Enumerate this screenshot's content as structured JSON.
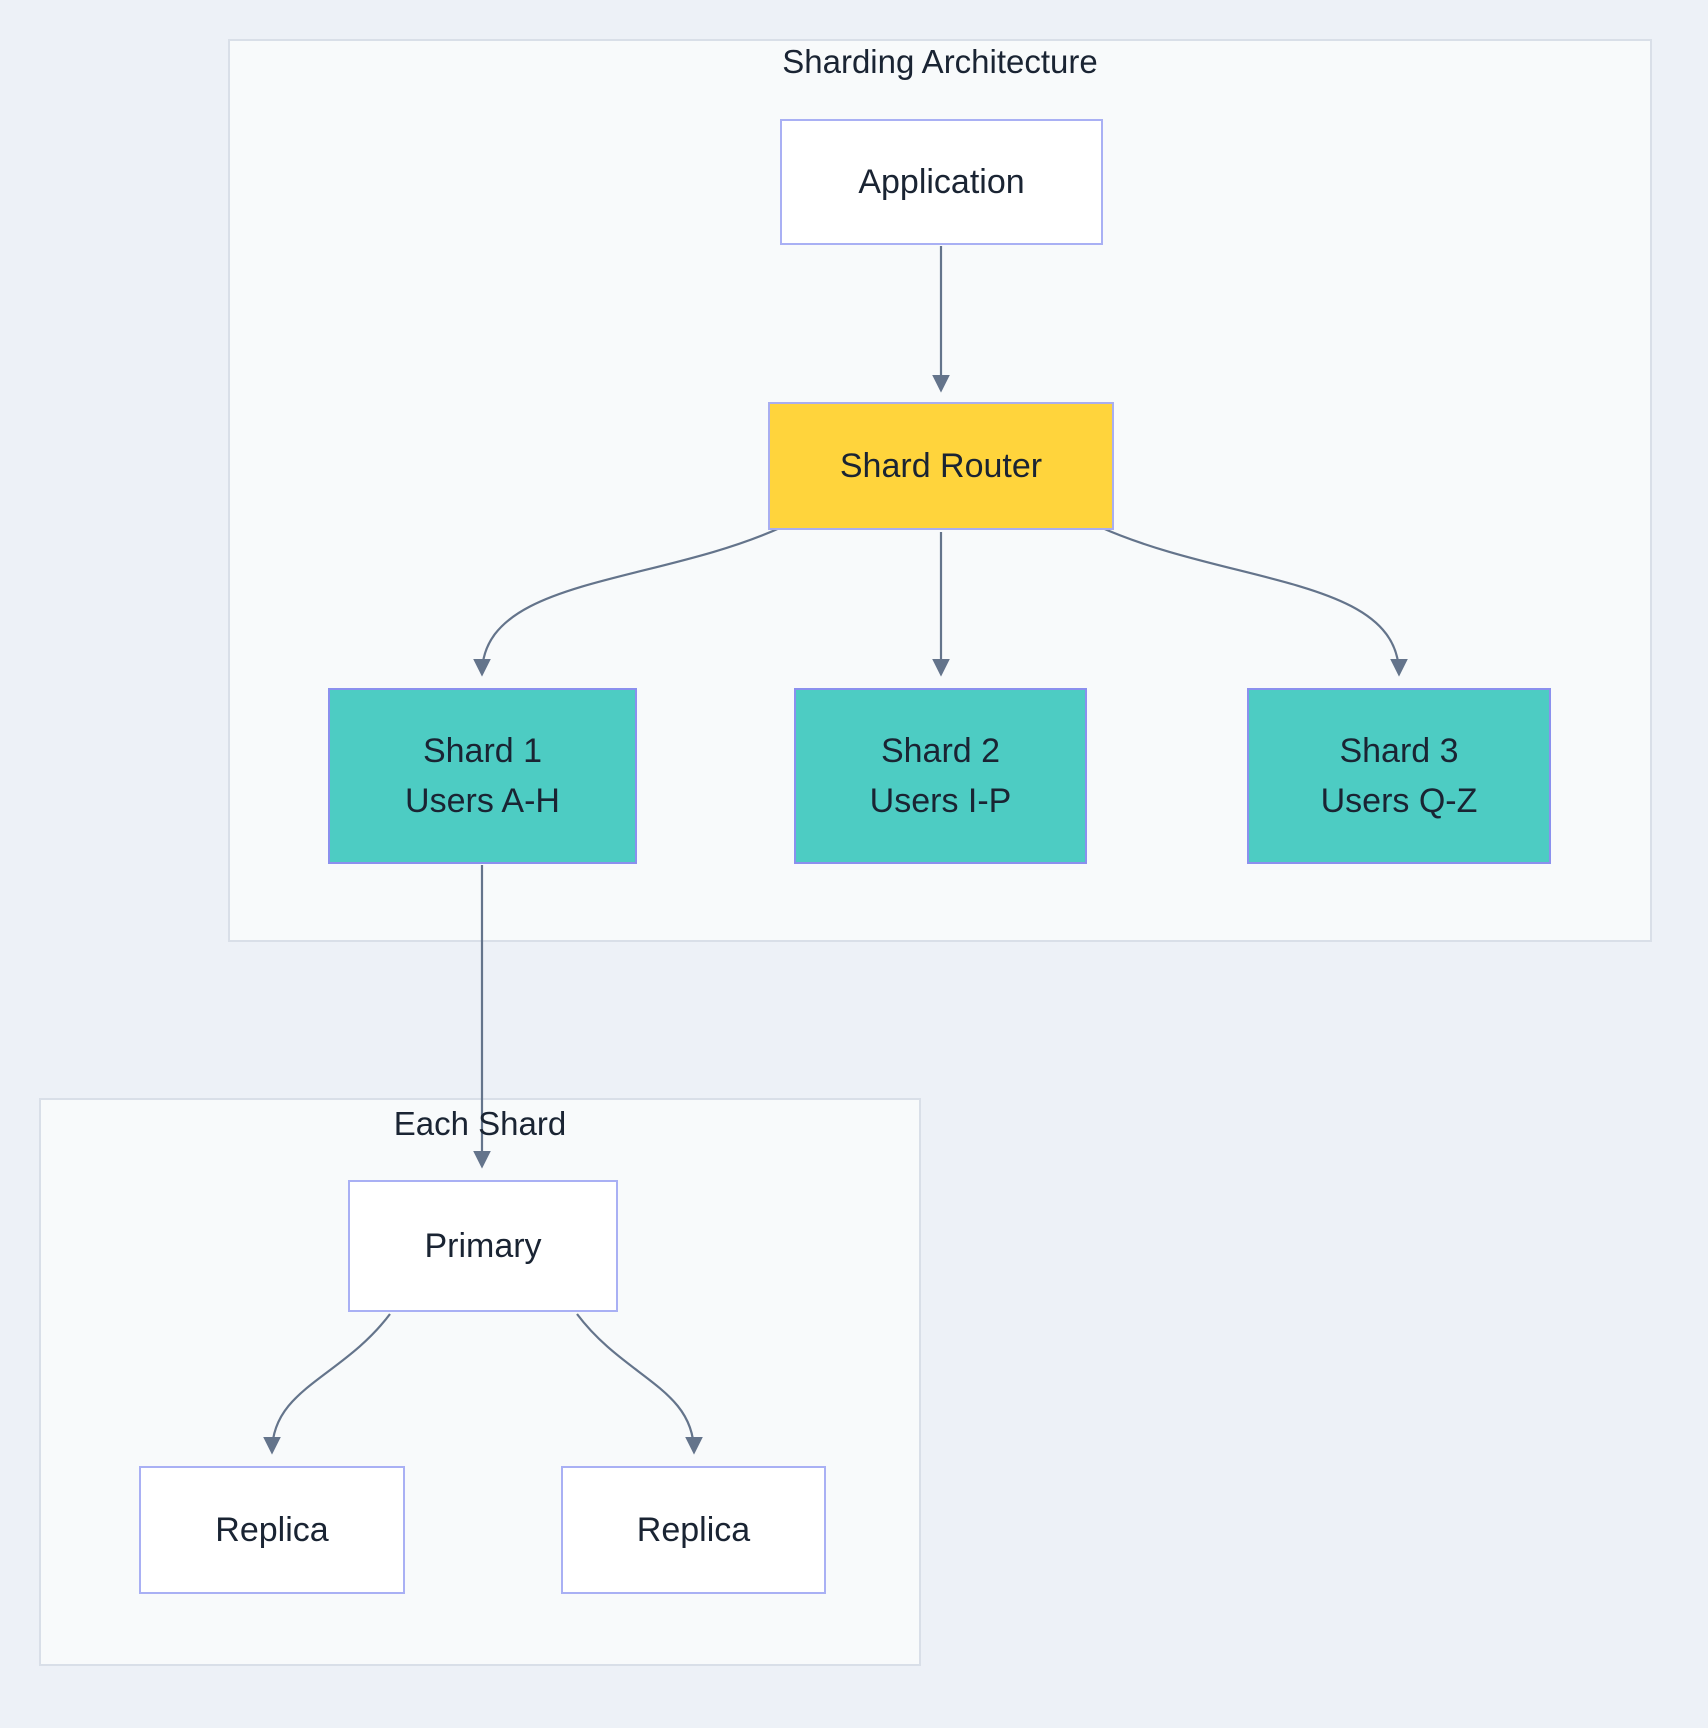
{
  "diagram": {
    "clusters": [
      {
        "id": "sharding-architecture",
        "title": "Sharding Architecture"
      },
      {
        "id": "each-shard",
        "title": "Each Shard"
      }
    ],
    "nodes": {
      "application": {
        "label": "Application"
      },
      "shard_router": {
        "label": "Shard Router"
      },
      "shard1": {
        "line1": "Shard 1",
        "line2": "Users A-H"
      },
      "shard2": {
        "line1": "Shard 2",
        "line2": "Users I-P"
      },
      "shard3": {
        "line1": "Shard 3",
        "line2": "Users Q-Z"
      },
      "primary": {
        "label": "Primary"
      },
      "replica_left": {
        "label": "Replica"
      },
      "replica_right": {
        "label": "Replica"
      }
    },
    "edges": [
      {
        "from": "application",
        "to": "shard_router"
      },
      {
        "from": "shard_router",
        "to": "shard1"
      },
      {
        "from": "shard_router",
        "to": "shard2"
      },
      {
        "from": "shard_router",
        "to": "shard3"
      },
      {
        "from": "shard1",
        "to": "primary"
      },
      {
        "from": "primary",
        "to": "replica_left"
      },
      {
        "from": "primary",
        "to": "replica_right"
      }
    ],
    "colors": {
      "page_bg": "#edf1f7",
      "cluster_fill": "#f8fafb",
      "cluster_border": "#d9dfe8",
      "node_fill": "#ffffff",
      "node_border": "#a9b0f4",
      "router_fill": "#ffd43c",
      "shard_fill": "#4dccc3",
      "shard_border": "#8b90ee",
      "edge": "#64748b",
      "text": "#1a2433"
    }
  }
}
